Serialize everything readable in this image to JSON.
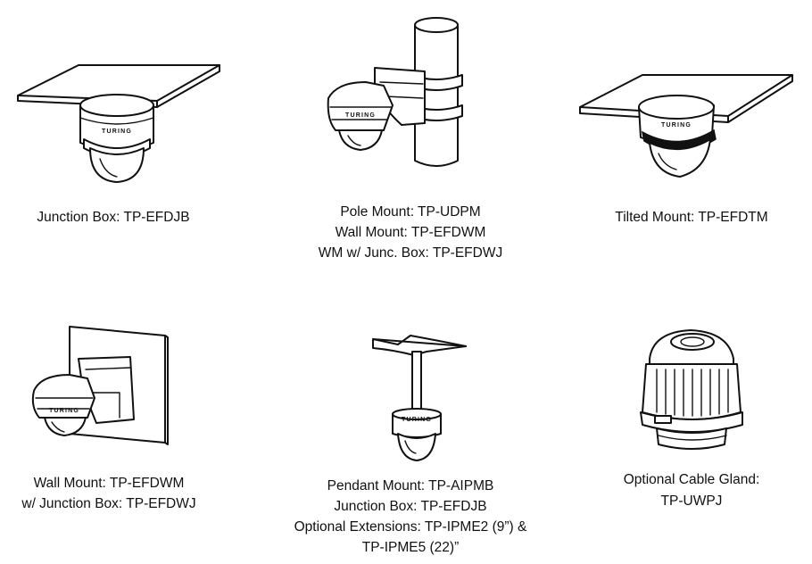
{
  "brand_label": "TURING",
  "items": [
    {
      "icon": "junction-box-mount-icon",
      "caption": [
        "Junction Box: TP-EFDJB"
      ]
    },
    {
      "icon": "pole-mount-icon",
      "caption": [
        "Pole Mount: TP-UDPM",
        "Wall Mount: TP-EFDWM",
        "WM w/ Junc. Box: TP-EFDWJ"
      ]
    },
    {
      "icon": "tilted-mount-icon",
      "caption": [
        "Tilted Mount: TP-EFDTM"
      ]
    },
    {
      "icon": "wall-mount-icon",
      "caption": [
        "Wall Mount: TP-EFDWM",
        "w/ Junction Box: TP-EFDWJ"
      ]
    },
    {
      "icon": "pendant-mount-icon",
      "caption": [
        "Pendant Mount: TP-AIPMB",
        "Junction Box: TP-EFDJB",
        "Optional Extensions: TP-IPME2 (9”) &",
        "TP-IPME5 (22)”"
      ]
    },
    {
      "icon": "cable-gland-icon",
      "caption": [
        "Optional Cable Gland:",
        "TP-UWPJ"
      ]
    }
  ]
}
